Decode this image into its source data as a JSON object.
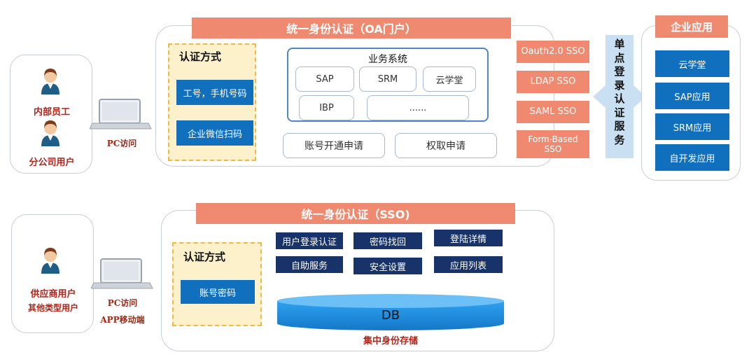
{
  "top": {
    "title": "统一身份认证（OA门户）",
    "users": [
      "内部员工",
      "分公司用户"
    ],
    "access": "PC访问",
    "auth_title": "认证方式",
    "auth_methods": [
      "工号，手机号码",
      "企业微信扫码"
    ],
    "biz_title": "业务系统",
    "biz_items": [
      "SAP",
      "SRM",
      "云学堂",
      "IBP",
      "......"
    ],
    "actions": [
      "账号开通申请",
      "权取申请"
    ],
    "sso_items": [
      "Oauth2.0 SSO",
      "LDAP SSO",
      "SAML SSO",
      "Form-Based SSO"
    ],
    "sso_service": [
      "单",
      "点",
      "登",
      "录",
      "认",
      "证",
      "服",
      "务"
    ],
    "apps_title": "企业应用",
    "apps": [
      "云学堂",
      "SAP应用",
      "SRM应用",
      "自开发应用"
    ]
  },
  "bottom": {
    "title": "统一身份认证（SSO)",
    "users": [
      "供应商用户",
      "其他类型用户"
    ],
    "access": [
      "PC访问",
      "APP移动端"
    ],
    "auth_title": "认证方式",
    "auth_methods": [
      "账号密码"
    ],
    "functions": [
      "用户登录认证",
      "密码找回",
      "登陆详情",
      "自助服务",
      "安全设置",
      "应用列表"
    ],
    "db_label": "DB",
    "db_caption": "集中身份存储"
  },
  "colors": {
    "salmon": "#ef8a70",
    "blue": "#1070be",
    "navy": "#17336a",
    "yellow_fill": "#fdf1cb",
    "db_blue": "#1a8fe0"
  },
  "icons": [
    "person-icon",
    "laptop-icon",
    "database-icon",
    "arrow-icon"
  ]
}
